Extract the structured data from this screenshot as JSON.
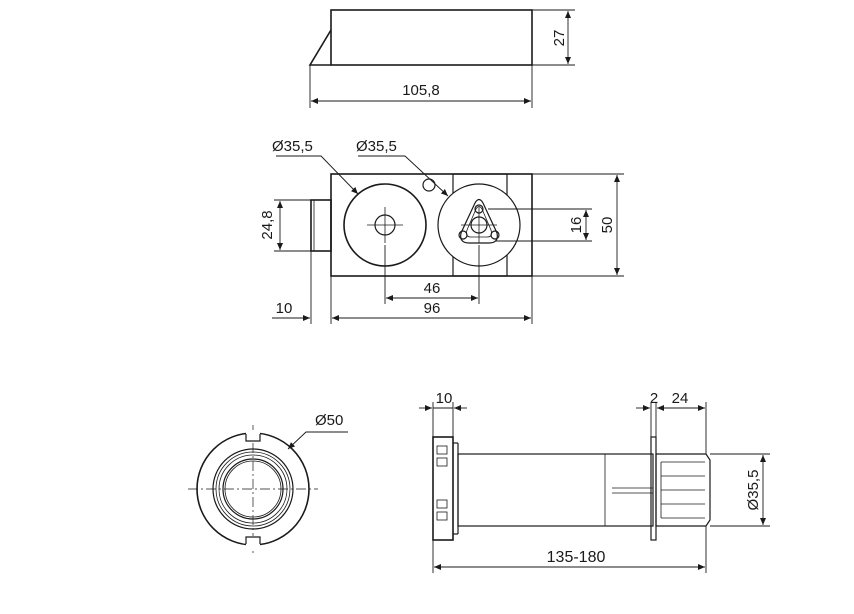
{
  "dims": {
    "top_height": "27",
    "top_length": "105,8",
    "dia_left": "Ø35,5",
    "dia_right": "Ø35,5",
    "plan_left_height": "24,8",
    "plan_inner": "16",
    "plan_height": "50",
    "plan_center_dist": "46",
    "plan_offset": "10",
    "plan_width": "96",
    "end_dia": "Ø50",
    "side_flange": "10",
    "side_gap": "2",
    "side_head": "24",
    "side_dia": "Ø35,5",
    "side_length": "135-180"
  }
}
